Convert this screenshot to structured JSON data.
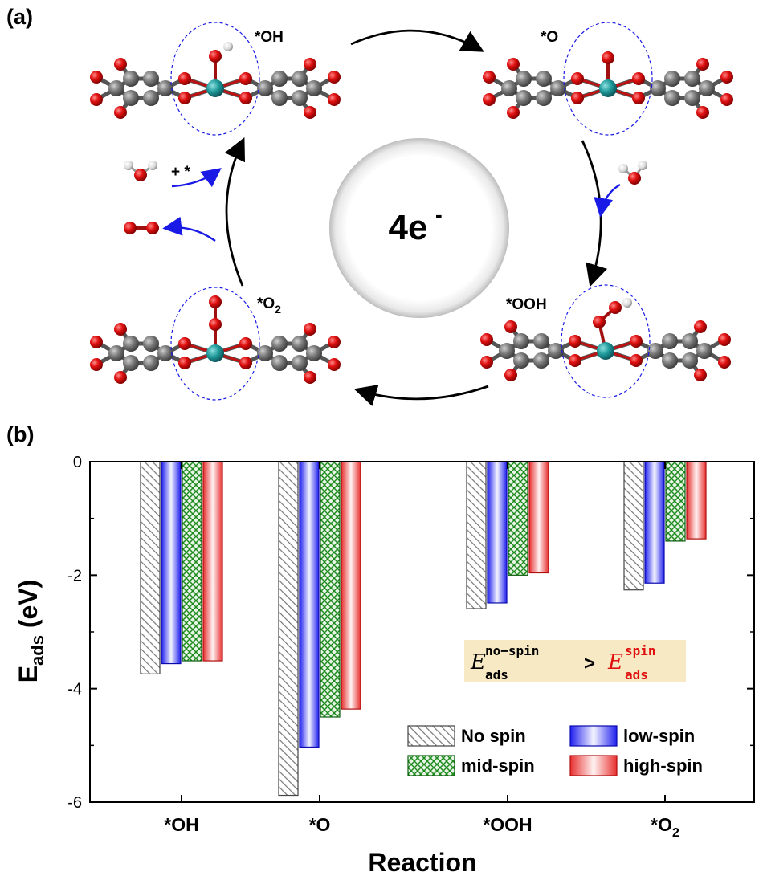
{
  "panel_a": {
    "label": "(a)",
    "center_label": "4e",
    "center_label_sup": "-",
    "species": {
      "oh": "*OH",
      "o": "*O",
      "ooh": "*OOH",
      "o2_prefix": "*O",
      "o2_sub": "2"
    },
    "water_label": "+ *"
  },
  "panel_b": {
    "label": "(b)",
    "annotation": {
      "lhs_symbol": "E",
      "lhs_sup": "no−spin",
      "lhs_sub": "ads",
      "operator": ">",
      "rhs_symbol": "E",
      "rhs_sup": "spin",
      "rhs_sub": "ads",
      "rhs_color": "#e01010",
      "box_color": "#f7e9c4"
    }
  },
  "chart_data": {
    "type": "bar",
    "xlabel": "Reaction",
    "ylabel_main": "E",
    "ylabel_sub": "ads",
    "ylabel_unit": " (eV)",
    "ylim": [
      -6,
      0
    ],
    "yticks": [
      "0",
      "-2",
      "-4",
      "-6"
    ],
    "categories": [
      {
        "main": "*OH",
        "sub": ""
      },
      {
        "main": "*O",
        "sub": ""
      },
      {
        "main": "*OOH",
        "sub": ""
      },
      {
        "main": "*O",
        "sub": "2"
      }
    ],
    "series": [
      {
        "name": "No spin",
        "values": [
          -3.74,
          -5.88,
          -2.59,
          -2.26
        ],
        "color": "#9a9a9a",
        "pattern": "hatch"
      },
      {
        "name": "low-spin",
        "values": [
          -3.56,
          -5.03,
          -2.49,
          -2.14
        ],
        "color": "#1010e0",
        "pattern": "gradient"
      },
      {
        "name": "mid-spin",
        "values": [
          -3.51,
          -4.5,
          -2.0,
          -1.4
        ],
        "color": "#1c8a1c",
        "pattern": "crosshatch"
      },
      {
        "name": "high-spin",
        "values": [
          -3.51,
          -4.36,
          -1.96,
          -1.36
        ],
        "color": "#e02020",
        "pattern": "gradient"
      }
    ],
    "legend_placement": "bottom-right",
    "grid": false
  }
}
